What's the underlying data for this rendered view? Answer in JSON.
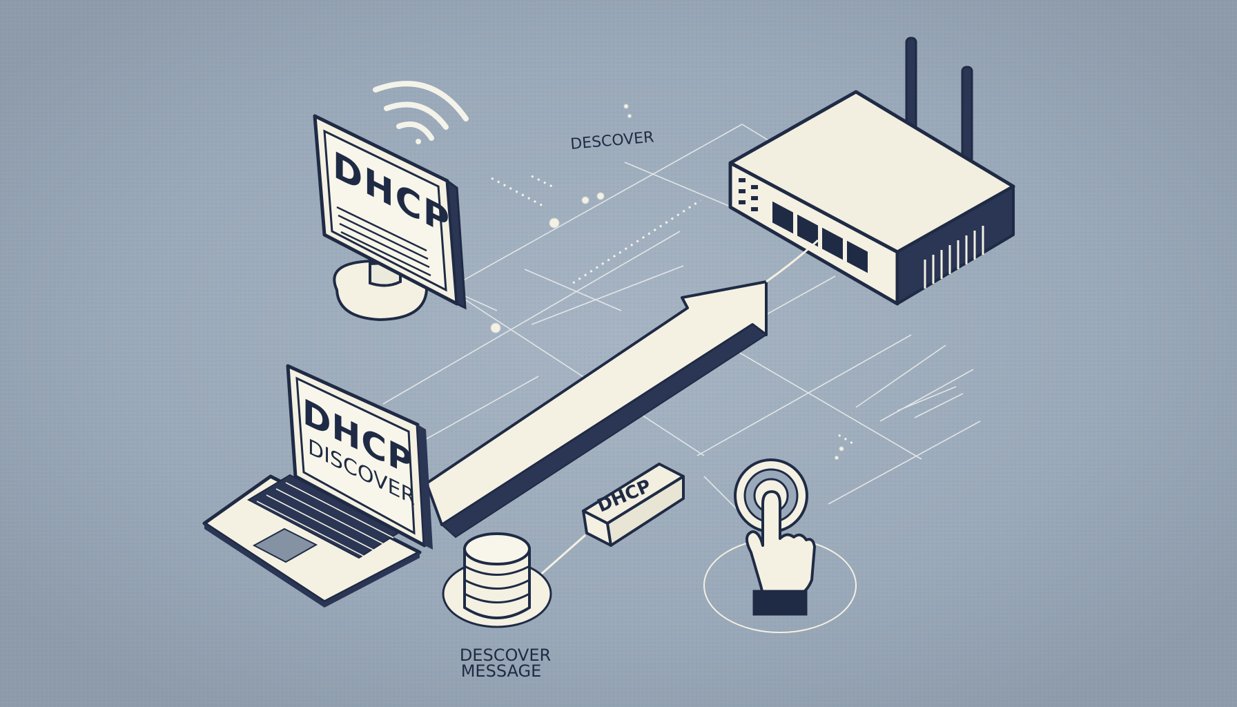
{
  "monitor": {
    "screen_text": "DHCP"
  },
  "laptop": {
    "screen_title": "DHCP",
    "screen_subtitle": "DISCOVER"
  },
  "discover_label": "DESCOVER",
  "dhcp_packet": {
    "label": "DHCP"
  },
  "database": {
    "caption_line1": "DESCOVER",
    "caption_line2": "MESSAGE"
  },
  "colors": {
    "background": "#9aa9b9",
    "ink": "#1f2b45",
    "paper": "#f4f1e3"
  }
}
